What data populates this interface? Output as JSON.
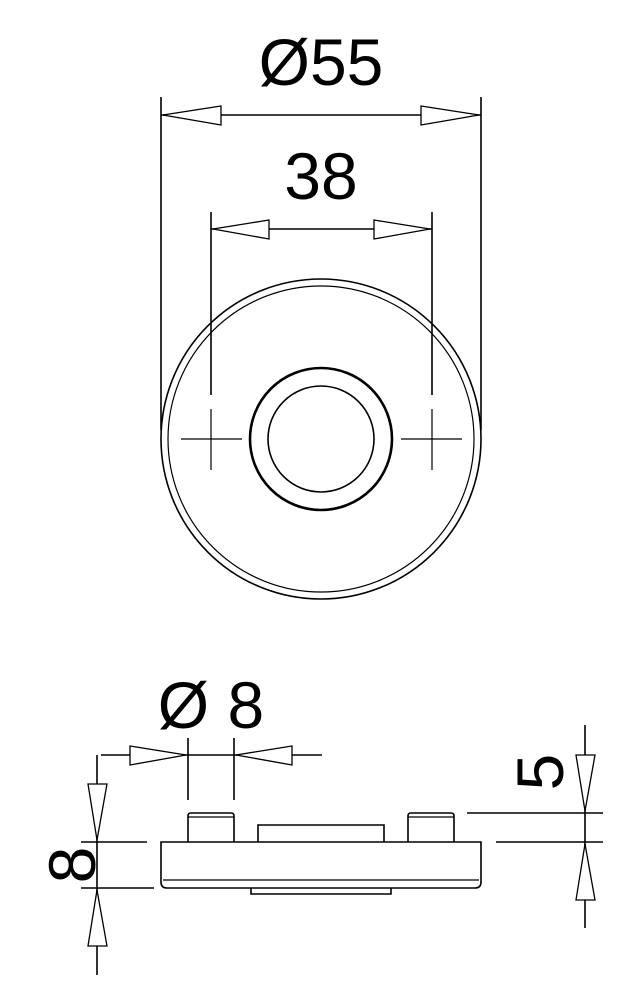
{
  "drawing": {
    "top_view": {
      "outer_diameter_label": "Ø55",
      "hole_spacing_label": "38"
    },
    "side_view": {
      "pin_diameter_label": "Ø 8",
      "total_height_label": "8",
      "pin_height_label": "5"
    },
    "colors": {
      "line": "#000000",
      "background": "#ffffff"
    }
  }
}
